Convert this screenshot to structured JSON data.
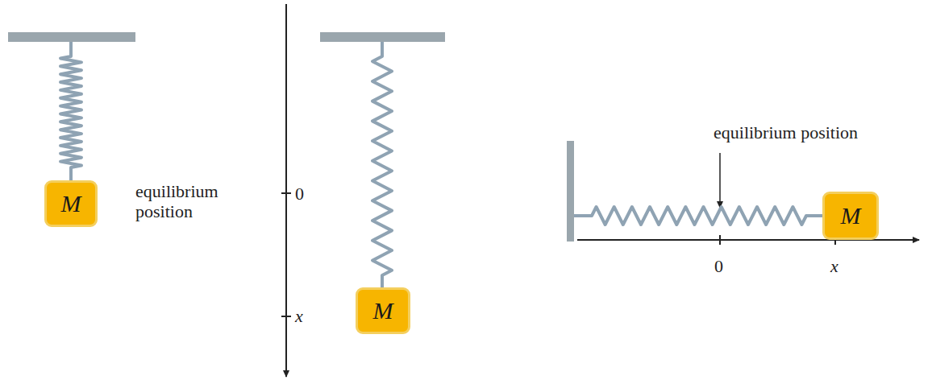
{
  "diagram": {
    "nodes": [
      {
        "text": [
          "M"
        ]
      },
      {
        "text": [
          "M"
        ]
      },
      {
        "text": [
          "M"
        ]
      }
    ],
    "labels": [
      "equilibrium position",
      "0",
      "x",
      "equilibrium position",
      "0",
      "x"
    ]
  }
}
